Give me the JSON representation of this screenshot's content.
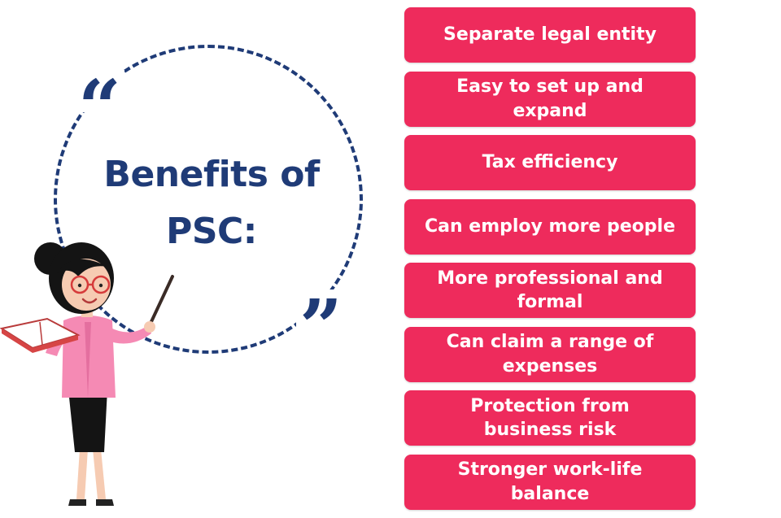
{
  "heading": {
    "line1": "Benefits of",
    "line2": "PSC:"
  },
  "quotes": {
    "open": "“",
    "close": "”"
  },
  "benefits": [
    "Separate legal entity",
    "Easy to set up and expand",
    "Tax efficiency",
    "Can employ more people",
    "More professional and formal",
    "Can claim a range of expenses",
    "Protection from business risk",
    "Stronger work-life balance"
  ],
  "colors": {
    "accent": "#ee2b5c",
    "navy": "#1f3b77"
  },
  "illustration": {
    "icon": "teacher-with-pointer-icon"
  }
}
